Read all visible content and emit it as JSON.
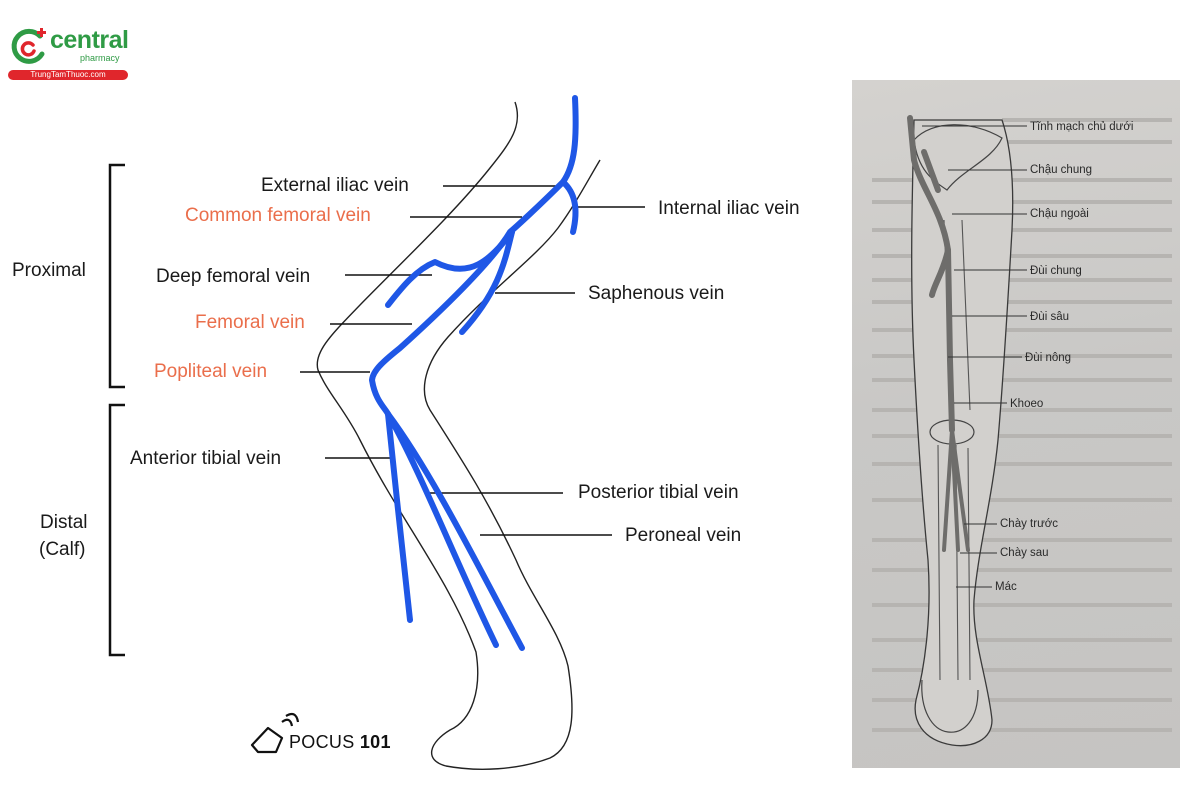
{
  "logo": {
    "name": "central",
    "sub": "pharmacy",
    "site": "TrungTamThuoc.com",
    "green": "#2f9b45",
    "red": "#e0262c"
  },
  "diagram": {
    "vein_color": "#1f57e6",
    "highlight_color": "#ea6e4b",
    "groups": {
      "proximal": "Proximal",
      "distal_line1": "Distal",
      "distal_line2": "(Calf)"
    },
    "labels": {
      "external_iliac": "External iliac vein",
      "common_femoral": "Common femoral vein",
      "internal_iliac": "Internal iliac vein",
      "deep_femoral": "Deep femoral vein",
      "saphenous": "Saphenous vein",
      "femoral": "Femoral vein",
      "popliteal": "Popliteal vein",
      "anterior_tibial": "Anterior tibial vein",
      "posterior_tibial": "Posterior tibial vein",
      "peroneal": "Peroneal vein"
    },
    "brand": {
      "prefix": "POCUS",
      "number": "101"
    }
  },
  "photo": {
    "labels": {
      "ivc": "Tĩnh mạch chủ dưới",
      "common_iliac": "Chậu chung",
      "external_iliac": "Chậu ngoài",
      "common_femoral": "Đùi chung",
      "deep_femoral": "Đùi sâu",
      "superficial_femoral": "Đùi nông",
      "popliteal": "Khoeo",
      "anterior_tibial": "Chày trước",
      "posterior_tibial": "Chày sau",
      "peroneal": "Mác"
    }
  }
}
